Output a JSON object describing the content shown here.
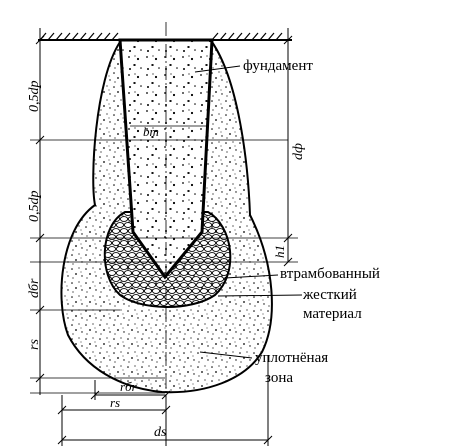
{
  "labels": {
    "foundation": "фундамент",
    "rammed_line1": "втрамбованный",
    "rammed_line2": "жесткий",
    "rammed_line3": "материал",
    "compacted_line1": "уплотнёная",
    "compacted_line2": "зона"
  },
  "dimensions": {
    "half_d_top": "0,5dр",
    "half_d_mid": "0,5dр",
    "d_br": "dбr",
    "r_s_left": "rs",
    "d_f": "dф",
    "h1": "h1",
    "b_m": "bm",
    "r_br": "rбr",
    "r_s": "rs",
    "d_s": "ds"
  },
  "colors": {
    "ink": "#000000",
    "paper": "#ffffff"
  }
}
